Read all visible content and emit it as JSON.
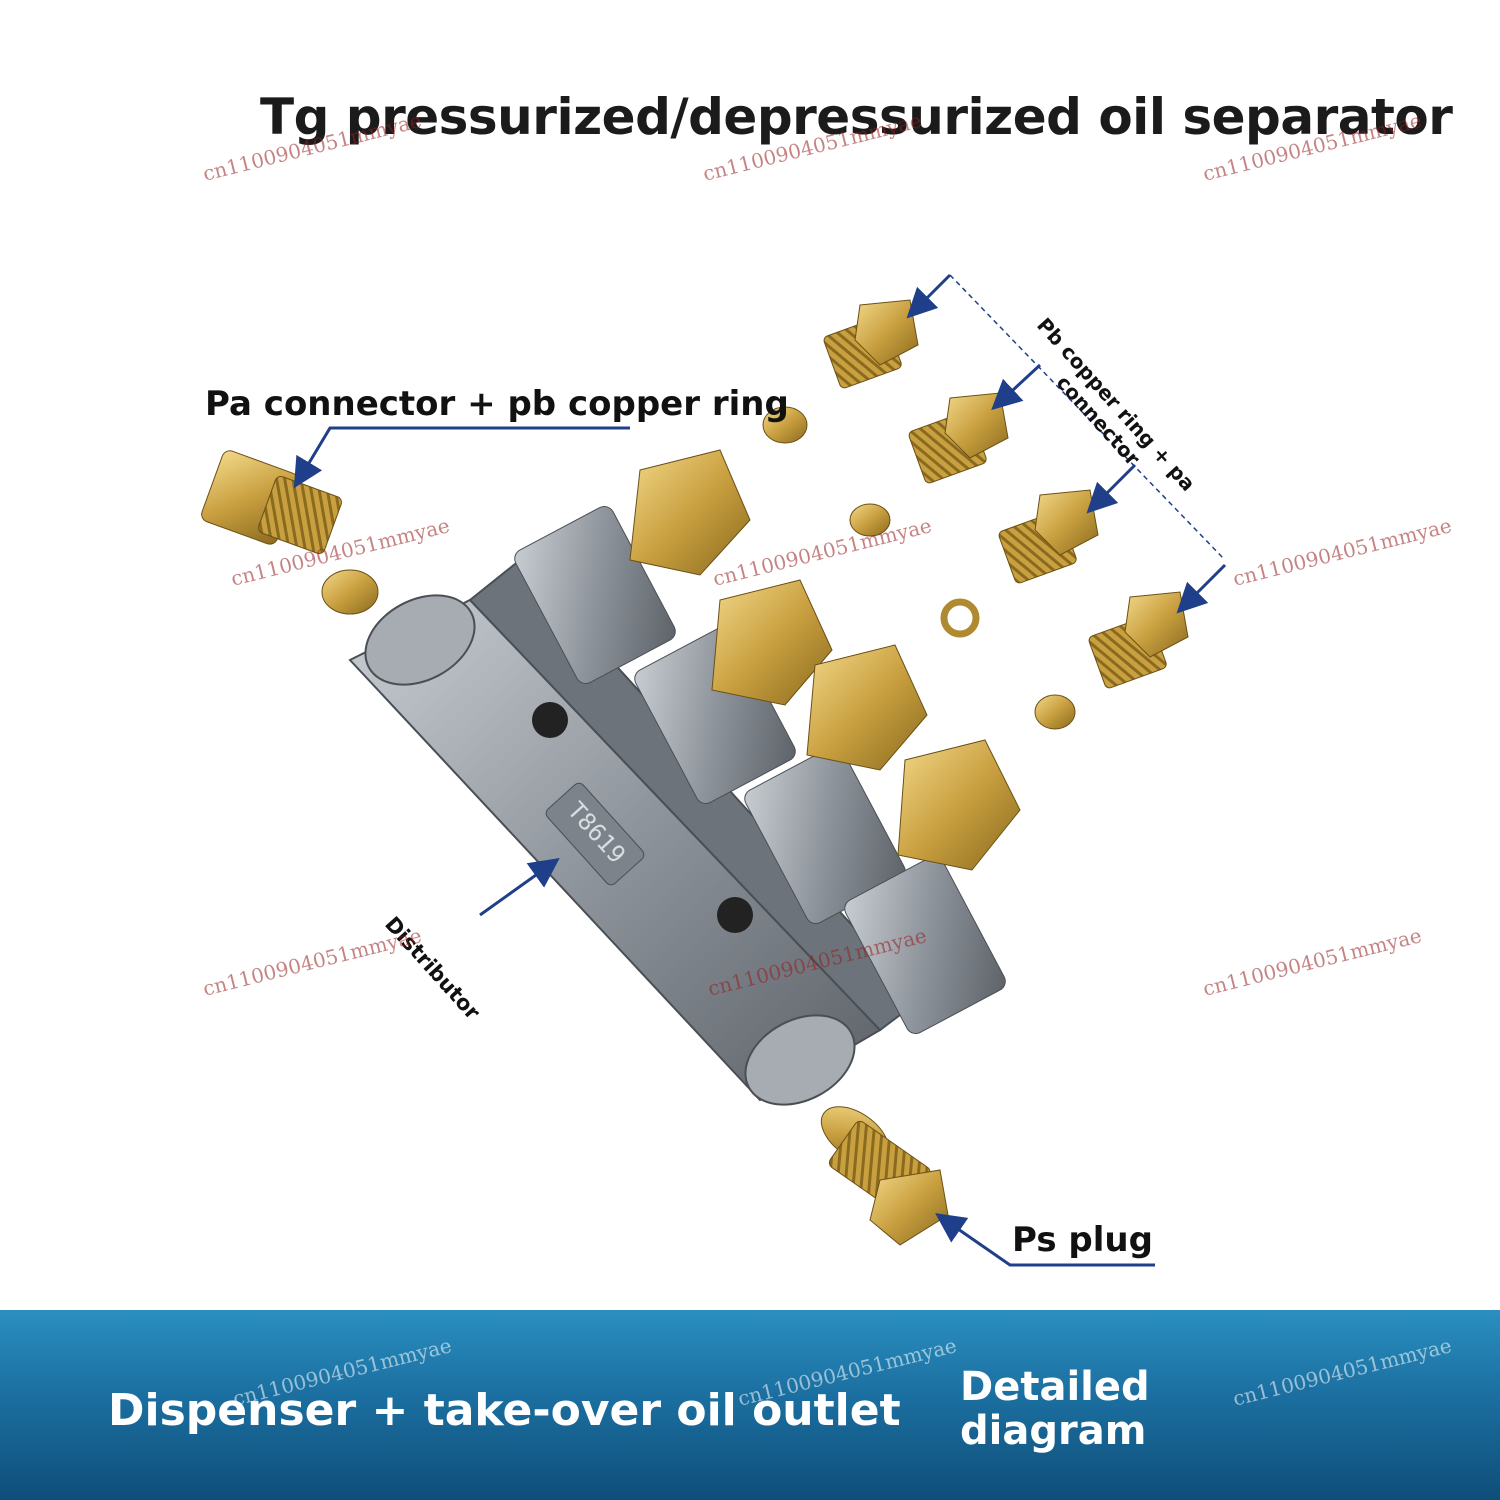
{
  "title": "Tg pressurized/depressurized oil separator",
  "labels": {
    "pa_connector": "Pa connector + pb copper ring",
    "pb_copper_line1": "Pb copper ring + pa",
    "pb_copper_line2": "connector",
    "distributor": "Distributor",
    "ps_plug": "Ps plug"
  },
  "part_marking": "T8619",
  "banner": {
    "left_text": "Dispenser + take-over oil outlet",
    "right_line1": "Detailed",
    "right_line2": "diagram"
  },
  "watermark": "cn1100904051mmyae",
  "colors": {
    "brass": "#c9a040",
    "zinc": "#8e949b",
    "arrow": "#1f3f8a",
    "banner": "#1b6fa0"
  }
}
